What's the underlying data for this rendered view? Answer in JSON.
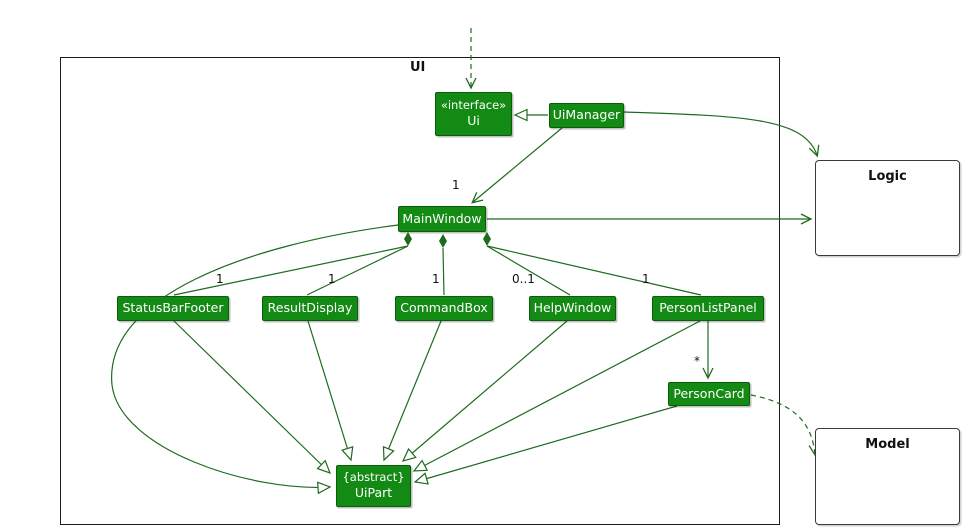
{
  "diagram": {
    "frame": {
      "label": "UI"
    },
    "classes": {
      "ui_interface": {
        "stereotype": "«interface»",
        "name": "Ui"
      },
      "ui_manager": {
        "name": "UiManager"
      },
      "main_window": {
        "name": "MainWindow"
      },
      "status_bar_footer": {
        "name": "StatusBarFooter"
      },
      "result_display": {
        "name": "ResultDisplay"
      },
      "command_box": {
        "name": "CommandBox"
      },
      "help_window": {
        "name": "HelpWindow"
      },
      "person_list_panel": {
        "name": "PersonListPanel"
      },
      "person_card": {
        "name": "PersonCard"
      },
      "ui_part": {
        "stereotype": "{abstract}",
        "name": "UiPart"
      }
    },
    "external": {
      "logic": {
        "name": "Logic"
      },
      "model": {
        "name": "Model"
      }
    },
    "multiplicities": {
      "main_window": "1",
      "status_bar_footer": "1",
      "result_display": "1",
      "command_box": "1",
      "help_window": "0..1",
      "person_list_panel": "1",
      "person_card": "*"
    },
    "colors": {
      "class_fill": "#138a13",
      "class_border": "#0b5c0b",
      "edge": "#1e6b1e",
      "class_text": "#ffffff"
    }
  }
}
